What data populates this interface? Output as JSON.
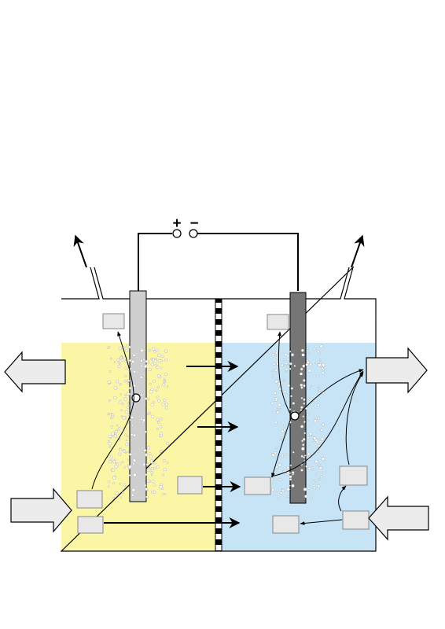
{
  "diagram": {
    "type": "electrolytic-cell",
    "terminals": {
      "positive": "+",
      "negative": "−"
    },
    "colors": {
      "anolyte": "#fbf5a6",
      "catholyte": "#c7e4f6",
      "anode": "#cfcfcf",
      "cathode": "#767676",
      "membrane": "#000000",
      "label_box": "#e8e8e8",
      "block_arrow": "#ececec",
      "outline": "#000000"
    },
    "label_boxes": [
      {
        "id": "anode-gas-label",
        "text": ""
      },
      {
        "id": "cathode-gas-label",
        "text": ""
      },
      {
        "id": "anolyte-inlet-label-1",
        "text": ""
      },
      {
        "id": "anolyte-inlet-label-2",
        "text": ""
      },
      {
        "id": "membrane-ion-label",
        "text": ""
      },
      {
        "id": "catholyte-ion-label",
        "text": ""
      },
      {
        "id": "catholyte-product-label",
        "text": ""
      },
      {
        "id": "catholyte-feed-label",
        "text": ""
      },
      {
        "id": "catholyte-mid-label",
        "text": ""
      }
    ],
    "flows": [
      {
        "id": "anolyte-outlet",
        "icon": "block-arrow-left"
      },
      {
        "id": "anolyte-inlet",
        "icon": "block-arrow-right"
      },
      {
        "id": "catholyte-outlet",
        "icon": "block-arrow-right"
      },
      {
        "id": "catholyte-inlet",
        "icon": "block-arrow-left"
      },
      {
        "id": "anode-gas-vent",
        "icon": "arrow-up-icon"
      },
      {
        "id": "cathode-gas-vent",
        "icon": "arrow-up-icon"
      }
    ]
  }
}
